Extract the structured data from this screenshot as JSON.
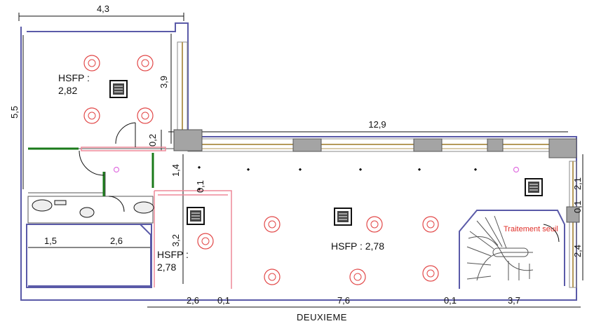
{
  "plan": {
    "title": "DEUXIEME",
    "rooms": [
      {
        "name_line1": "HSFP :",
        "name_line2": "2,82"
      },
      {
        "name_line1": "HSFP : 2,78",
        "name_line2": ""
      },
      {
        "name_line1": "HSFP :",
        "name_line2": "2,78"
      }
    ],
    "dimensions": {
      "top_width": "4,3",
      "left_height": "5,5",
      "upper_room_height": "3,9",
      "corridor_gap": "0,2",
      "main_width": "12,9",
      "hall_height": "1,4",
      "hall_gap": "0,1",
      "lower_height": "3,2",
      "left_bottom_a": "1,5",
      "left_bottom_b": "2,6",
      "right_upper": "2,1",
      "right_gap": "0,1",
      "right_lower": "2,4",
      "bottom_1": "2,6",
      "bottom_2": "0,1",
      "bottom_3": "7,6",
      "bottom_4": "0,1",
      "bottom_5": "3,7"
    },
    "notes": {
      "stair_note": "Traitement seuil"
    },
    "colors": {
      "wall": "#5a5aa8",
      "column": "#a4a4a4",
      "fixture": "#e24848",
      "magenta": "#e070e0",
      "window": "#b59a5a",
      "green": "#1a7a1a",
      "pink": "#ee8899"
    }
  }
}
